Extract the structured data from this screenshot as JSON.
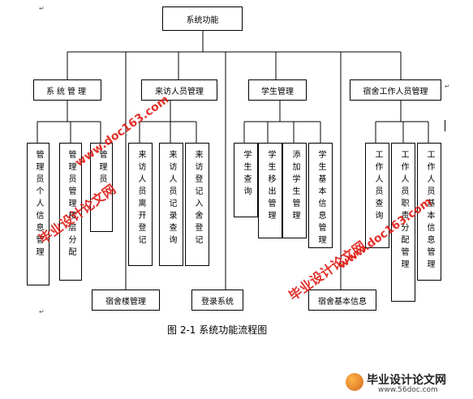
{
  "root": "系统功能",
  "groups": {
    "system_mgmt": {
      "label": "系统管理",
      "children": [
        "管理员个人信息管理",
        "管理员管理楼层分配",
        "管理员"
      ]
    },
    "visitor_mgmt": {
      "label": "来访人员管理",
      "children": [
        "来访人员离开登记",
        "来访人员记录查询",
        "来访登记入舍登记"
      ]
    },
    "student_mgmt": {
      "label": "学生管理",
      "children": [
        "学生查询",
        "学生移出管理",
        "添加学生管理",
        "学生基本信息管理"
      ]
    },
    "dorm_staff_mgmt": {
      "label": "宿舍工作人员管理",
      "children": [
        "工作人员查询",
        "工作人员职责分配管理",
        "工作人员基本信息管理"
      ]
    }
  },
  "bottom_nodes": {
    "dorm_building": "宿舍楼管理",
    "login": "登录系统",
    "dorm_info": "宿舍基本信息"
  },
  "caption": "图 2-1 系统功能流程图",
  "watermarks": {
    "cn": "毕业设计论文网",
    "url": "www.doc163.com",
    "logo_cn": "毕业设计论文网",
    "logo_url": "www.56doc.com"
  },
  "colors": {
    "watermark": "#e0201a",
    "line": "#000000"
  }
}
